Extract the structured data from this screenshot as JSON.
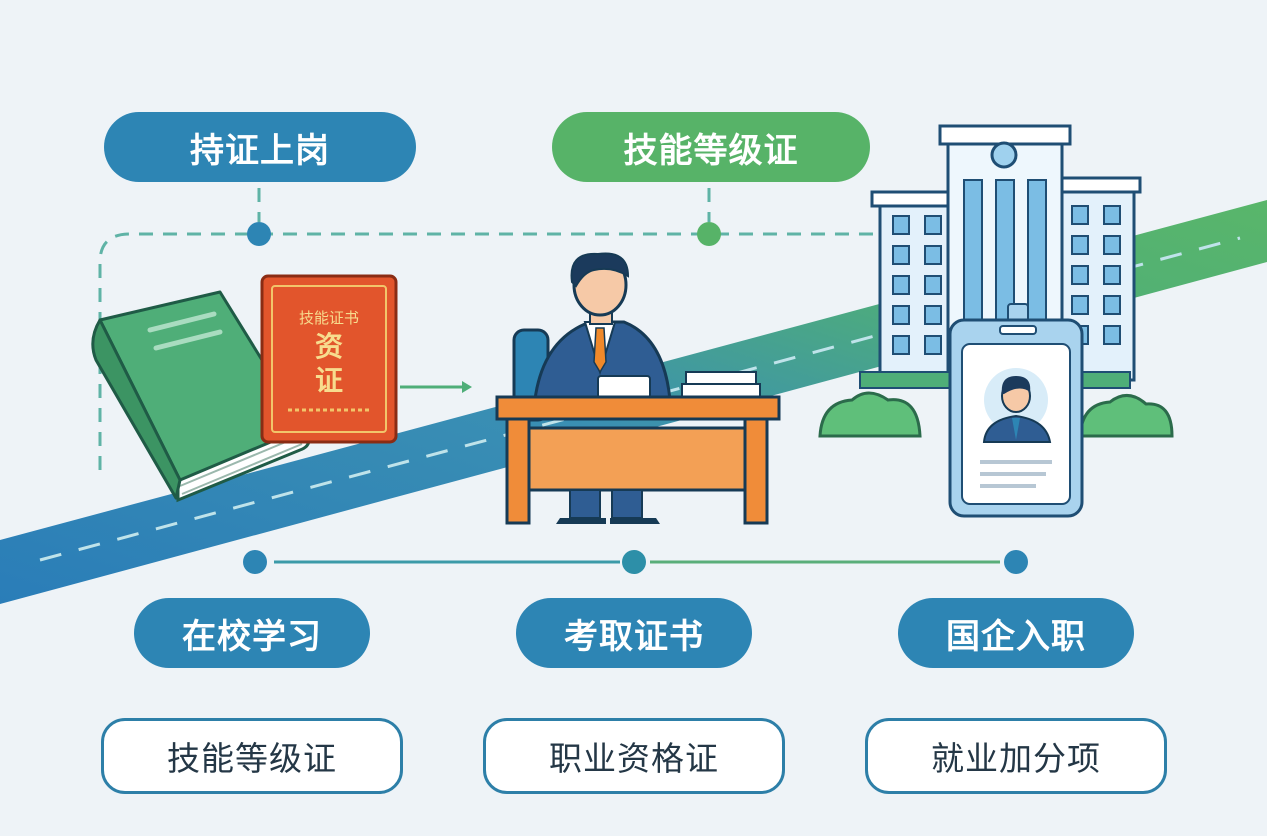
{
  "top_labels": {
    "left": "持证上岗",
    "center": "技能等级证"
  },
  "stages": [
    {
      "title": "在校学习",
      "caption": "技能等级证"
    },
    {
      "title": "考取证书",
      "caption": "职业资格证"
    },
    {
      "title": "国企入职",
      "caption": "就业加分项"
    }
  ],
  "certificate": {
    "heading": "技能证书",
    "seal": "资",
    "big": "证"
  },
  "colors": {
    "blue": "#2d85b4",
    "green": "#57b368",
    "road_blue": "#2a7db8",
    "road_green": "#4fae78",
    "cert_red": "#e2552c"
  }
}
